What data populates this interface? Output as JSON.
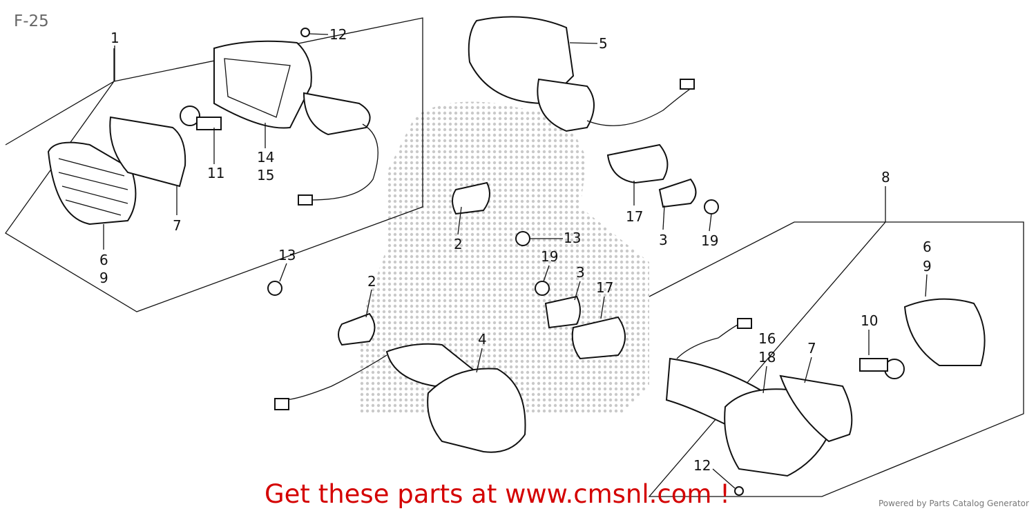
{
  "page_title": "F-25",
  "promo_text": "Get these parts at www.cmsnl.com !",
  "powered_by": "Powered by Parts Catalog Generator",
  "watermark_color": "#bbbbbb",
  "promo_color": "#d40000",
  "callouts": [
    "1",
    "12",
    "5",
    "14",
    "15",
    "11",
    "7",
    "6",
    "9",
    "2",
    "17",
    "3",
    "19",
    "13",
    "8",
    "13",
    "19",
    "3",
    "17",
    "2",
    "4",
    "16",
    "18",
    "7",
    "10",
    "6",
    "9",
    "12"
  ]
}
